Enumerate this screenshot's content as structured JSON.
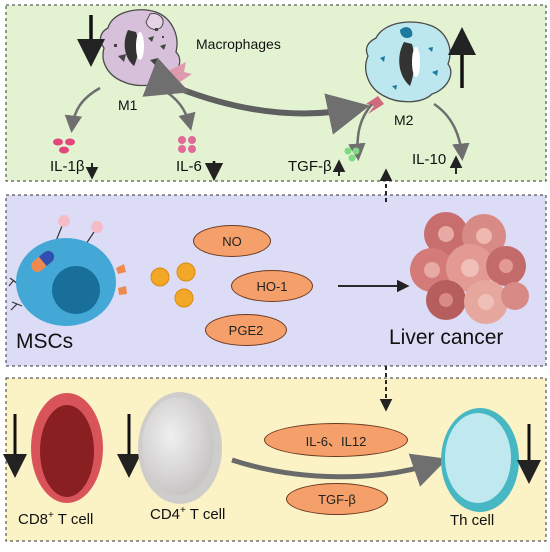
{
  "top_panel": {
    "macrophages": "Macrophages",
    "m1": "M1",
    "m2": "M2",
    "il1b": "IL-1β",
    "il6": "IL-6",
    "tgfb": "TGF-β",
    "il10": "IL-10"
  },
  "middle_panel": {
    "mscs": "MSCs",
    "factors": [
      "NO",
      "HO-1",
      "PGE2"
    ],
    "liver_cancer": "Liver cancer"
  },
  "bottom_panel": {
    "cd8_prefix": "CD8",
    "cd8_sup": "+",
    "cd8_suffix": " T cell",
    "cd4_prefix": "CD4",
    "cd4_sup": "+",
    "cd4_suffix": " T cell",
    "cytokines": [
      "IL-6、IL12",
      "TGF-β"
    ],
    "th": "Th cell"
  },
  "colors": {
    "top_bg": "#e3f3d2",
    "middle_bg": "#dcdcf7",
    "bottom_bg": "#fbf3c5",
    "pill": "#f5a06a"
  }
}
